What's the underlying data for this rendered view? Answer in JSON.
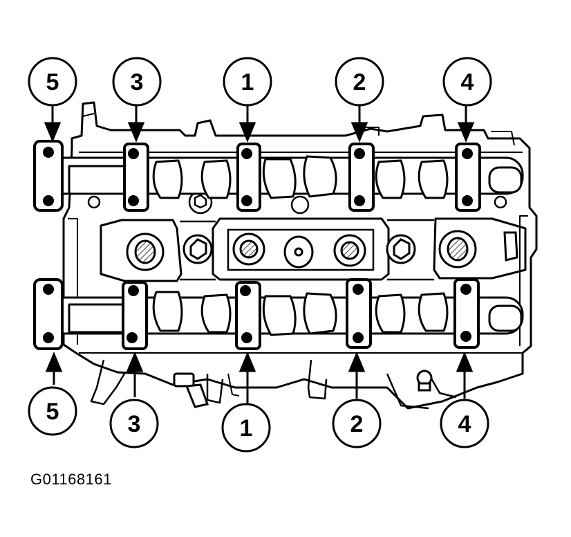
{
  "figure": {
    "id_label": "G01168161"
  },
  "callouts": {
    "top": [
      "5",
      "3",
      "1",
      "2",
      "4"
    ],
    "bottom": [
      "5",
      "3",
      "1",
      "2",
      "4"
    ]
  },
  "colors": {
    "ink": "#000000",
    "paper": "#ffffff"
  }
}
